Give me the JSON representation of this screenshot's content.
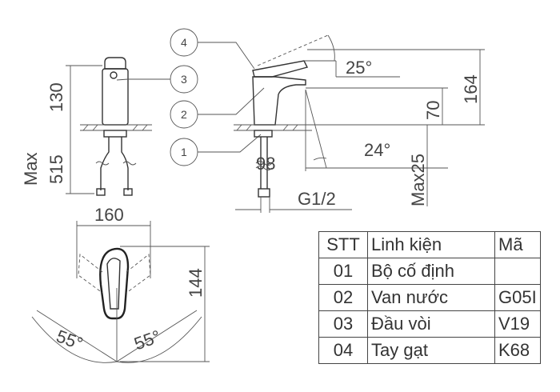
{
  "callouts": [
    "4",
    "3",
    "2",
    "1"
  ],
  "dimensions": {
    "h130": "130",
    "max": "Max",
    "d515": "515",
    "d25deg": "25°",
    "d164": "164",
    "d70": "70",
    "d24deg": "24°",
    "d98": "98",
    "max25": "Max25",
    "thread": "G1/2",
    "w160": "160",
    "h144": "144",
    "a55left": "55°",
    "a55right": "55°"
  },
  "parts_table": {
    "headers": [
      "STT",
      "Linh kiện",
      "Mã"
    ],
    "rows": [
      [
        "01",
        "Bộ cố định",
        ""
      ],
      [
        "02",
        "Van nước",
        "G05I"
      ],
      [
        "03",
        "Đầu vòi",
        "V19"
      ],
      [
        "04",
        "Tay gạt",
        "K68"
      ]
    ]
  }
}
